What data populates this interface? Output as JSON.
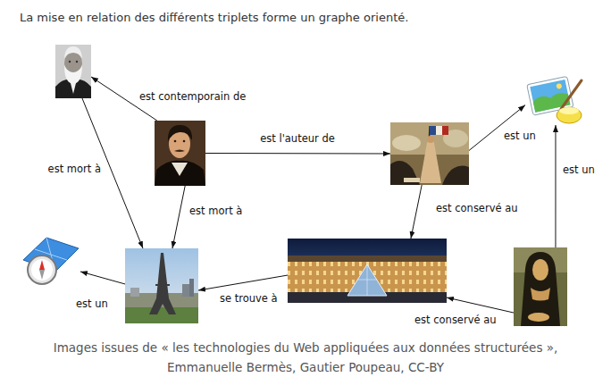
{
  "diagram": {
    "title": "La mise en relation des différents triplets forme un graphe orienté.",
    "caption": "Images issues de « les technologies du Web appliquées aux données structurées », Emmanuelle Bermès, Gautier Poupeau, CC-BY",
    "nodes": [
      {
        "text": []
      },
      {
        "text": []
      },
      {
        "text": []
      },
      {
        "text": []
      },
      {
        "text": []
      },
      {
        "text": []
      },
      {
        "text": []
      },
      {
        "text": []
      }
    ],
    "edges": [
      {
        "from": 2,
        "to": 0,
        "label": "est contemporain de",
        "arrow": "to"
      },
      {
        "from": 0,
        "to": 5,
        "label": "est mort à",
        "arrow": "to"
      },
      {
        "from": 2,
        "to": 5,
        "label": "est mort à",
        "arrow": "to"
      },
      {
        "from": 2,
        "to": 3,
        "label": "est l'auteur de",
        "arrow": "to"
      },
      {
        "from": 3,
        "to": 1,
        "label": "est un",
        "arrow": "to"
      },
      {
        "from": 3,
        "to": 6,
        "label": "est conservé au",
        "arrow": "to"
      },
      {
        "from": 6,
        "to": 5,
        "label": "se trouve à",
        "arrow": "to"
      },
      {
        "from": 5,
        "to": 4,
        "label": "est un",
        "arrow": "to"
      },
      {
        "from": 7,
        "to": 6,
        "label": "est conservé au",
        "arrow": "to"
      },
      {
        "from": 7,
        "to": 1,
        "label": "est un",
        "arrow": "to"
      }
    ]
  }
}
